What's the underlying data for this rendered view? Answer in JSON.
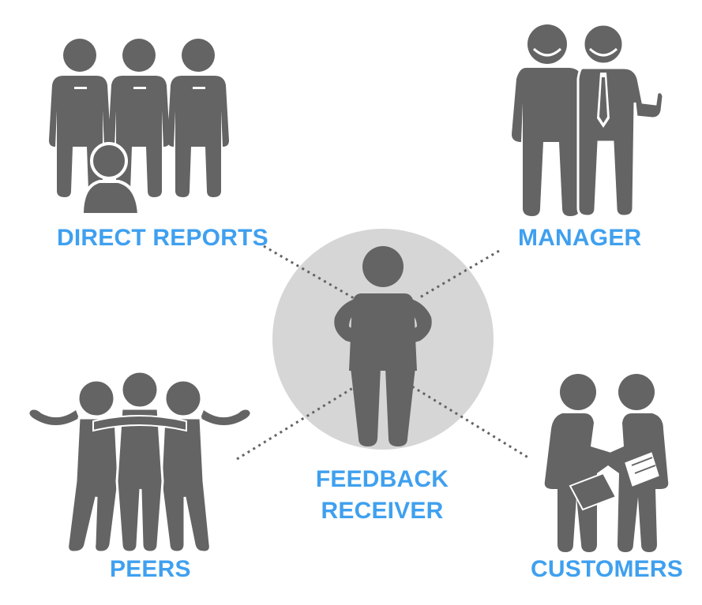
{
  "labels": {
    "direct_reports": "DIRECT REPORTS",
    "manager": "MANAGER",
    "peers": "PEERS",
    "customers": "CUSTOMERS",
    "center_line1": "FEEDBACK",
    "center_line2": "RECEIVER"
  },
  "colors": {
    "label": "#3fa0ef",
    "figure": "#646464",
    "circle": "#d6d6d6",
    "connector": "#646464"
  },
  "icons": {
    "direct_reports": "direct-reports-group-icon",
    "manager": "manager-pair-icon",
    "peers": "peers-embrace-icon",
    "customers": "handshake-icon",
    "center": "feedback-receiver-icon"
  }
}
